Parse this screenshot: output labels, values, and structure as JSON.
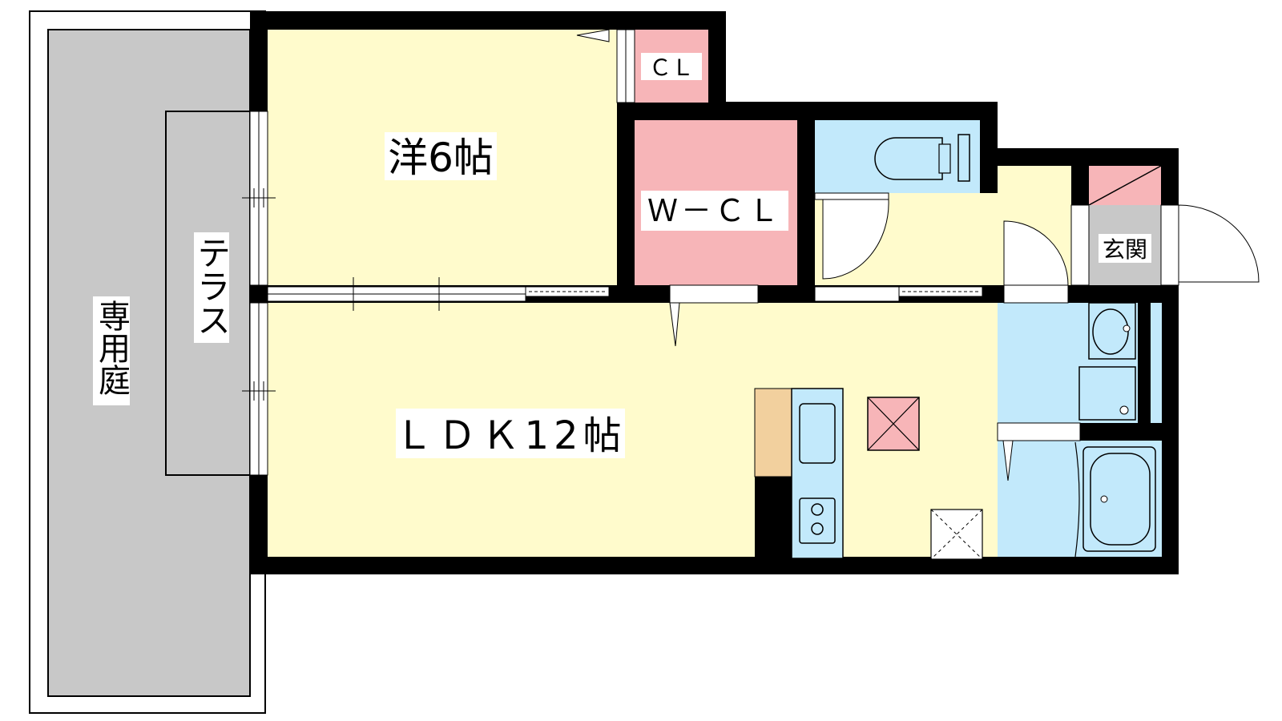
{
  "floorplan": {
    "rooms": {
      "western_room": {
        "label": "洋6帖"
      },
      "ldk": {
        "label": "ＬＤＫ12帖"
      },
      "closet": {
        "label": "ＣＬ"
      },
      "walk_in_closet": {
        "label": "Ｗ－ＣＬ"
      },
      "entrance": {
        "label": "玄関"
      },
      "terrace": {
        "label": "テラス"
      },
      "private_garden": {
        "label": "専用庭"
      }
    },
    "colors": {
      "room_floor": "#fffbcc",
      "closet": "#f7b5b8",
      "wet_area": "#c2e9fb",
      "garden": "#c8c8c8",
      "entrance": "#c8c8c8",
      "counter": "#f2d09e",
      "wall": "#000000"
    }
  }
}
